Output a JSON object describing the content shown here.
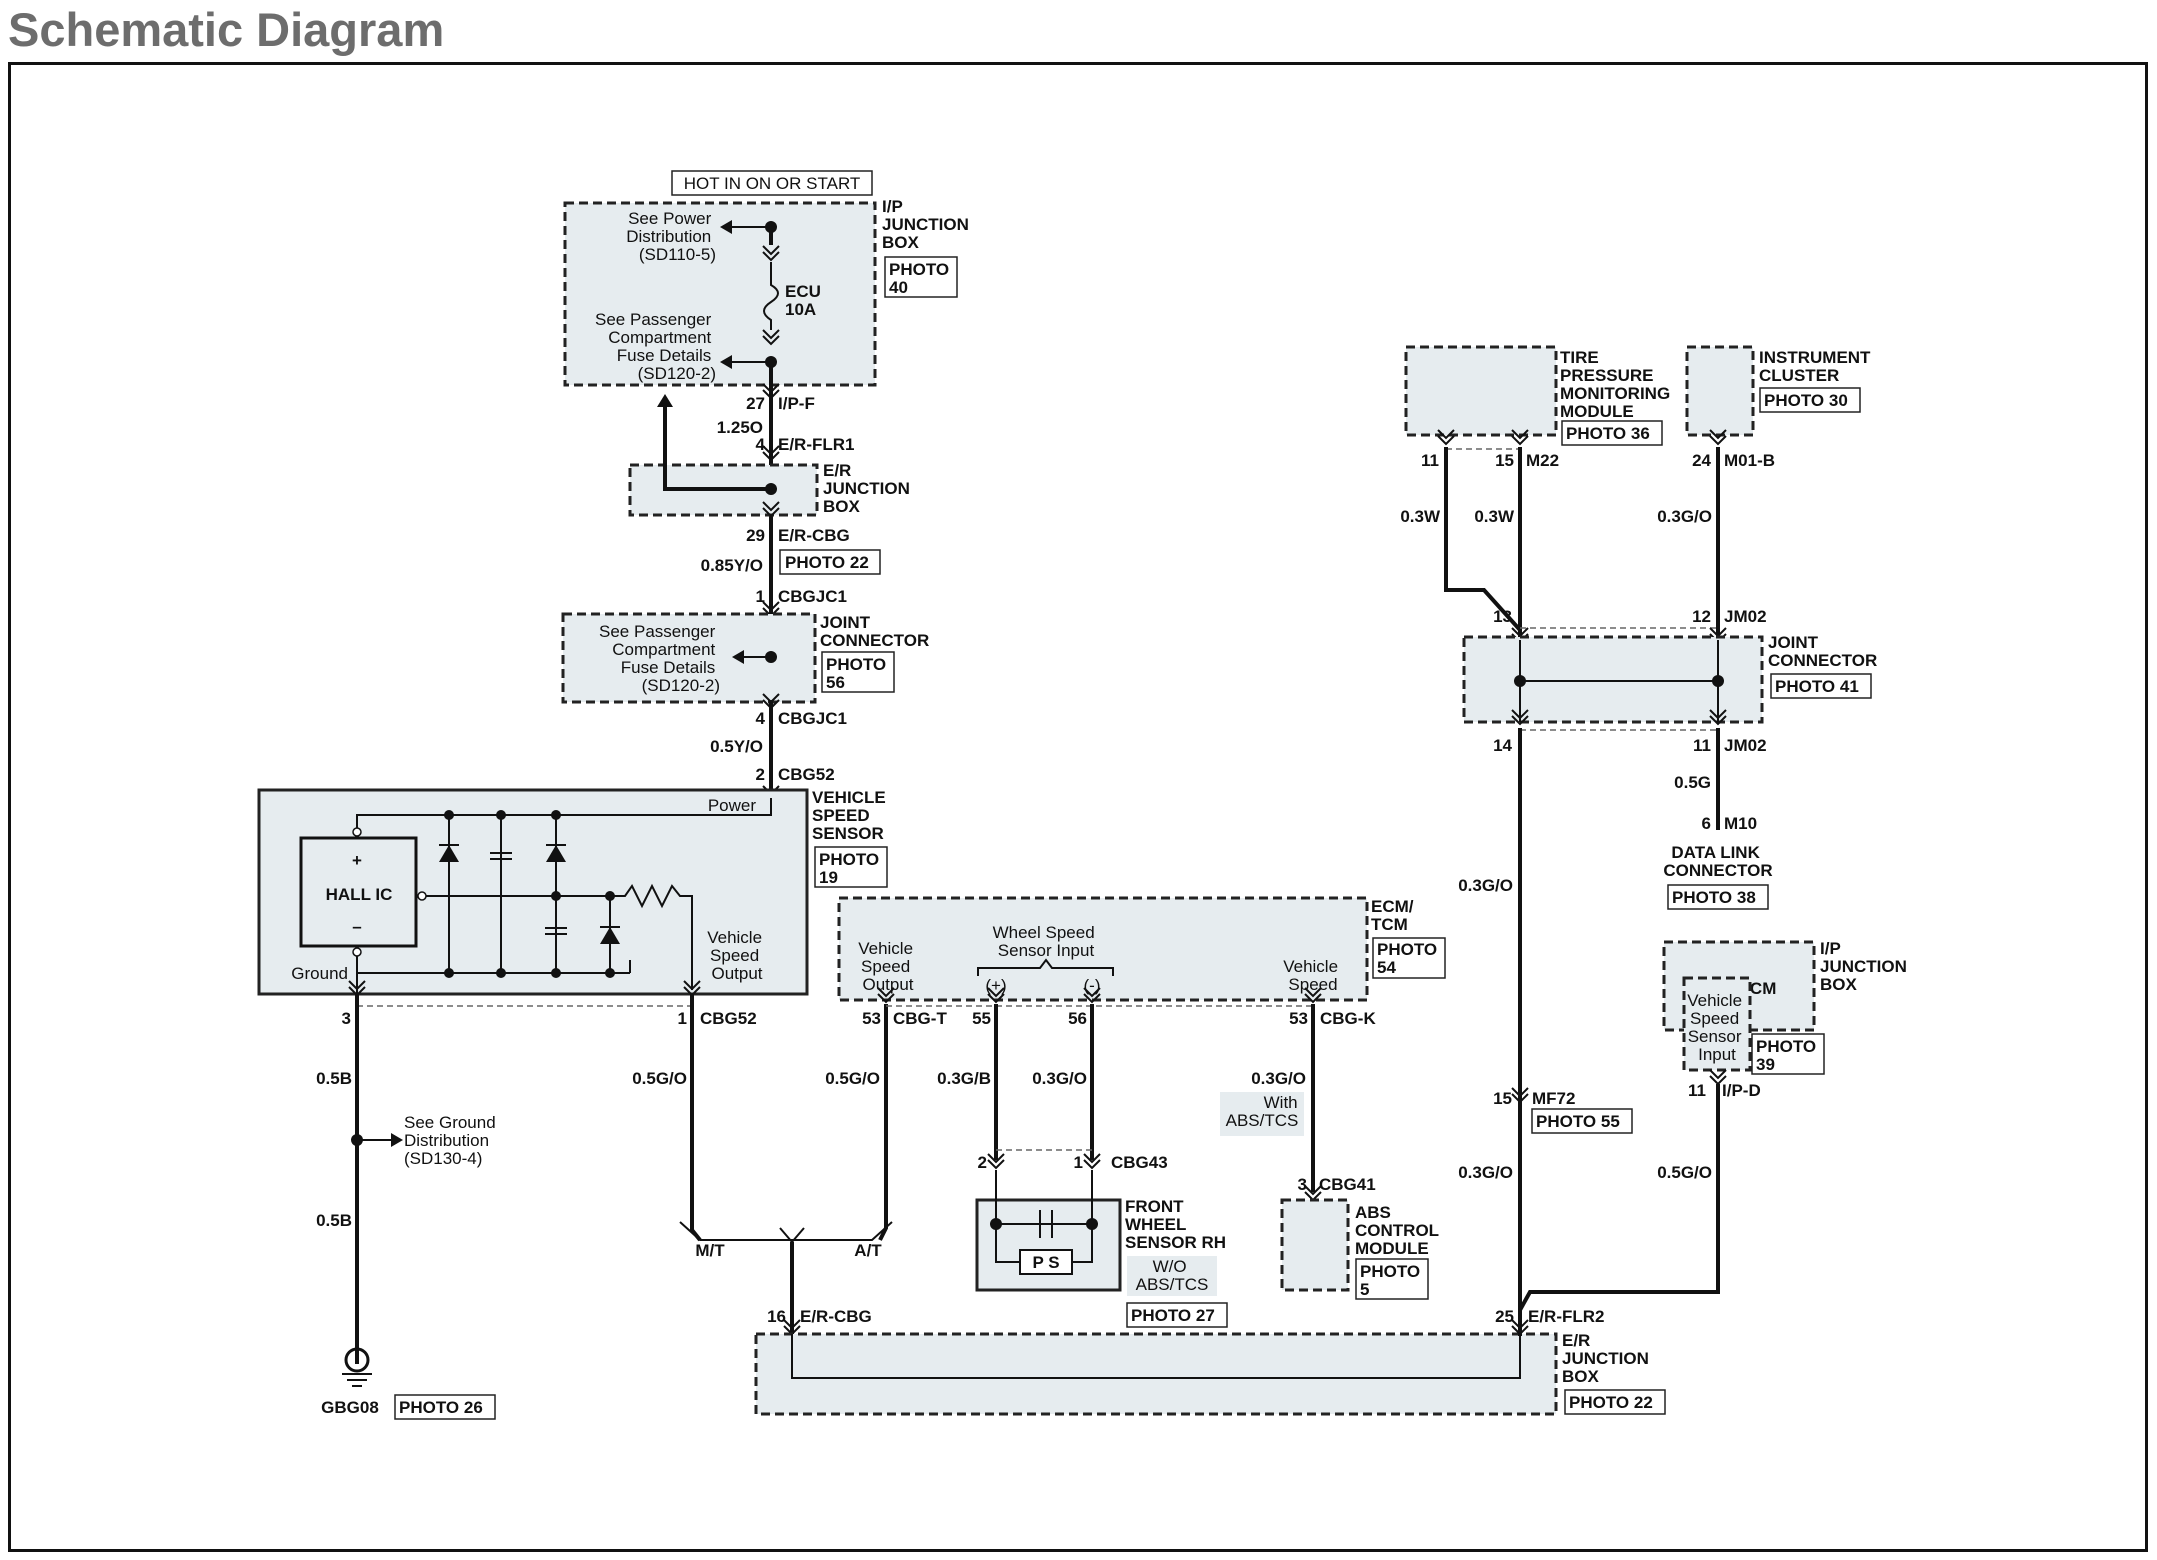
{
  "title": "Schematic Diagram",
  "hot_label": "HOT IN ON OR START",
  "ip_jb_top": {
    "name": [
      "I/P",
      "JUNCTION",
      "BOX"
    ],
    "photo": [
      "PHOTO",
      "40"
    ],
    "power_dist": [
      "See Power",
      "Distribution",
      "(SD110-5)"
    ],
    "fuse_details": [
      "See Passenger",
      "Compartment",
      "Fuse Details",
      "(SD120-2)"
    ],
    "fuse": [
      "ECU",
      "10A"
    ]
  },
  "wires": {
    "w1": {
      "pin_top": "27",
      "conn_top": "I/P-F",
      "gauge": "1.25O",
      "pin_bot": "4",
      "conn_bot": "E/R-FLR1"
    },
    "w2": {
      "pin_top": "29",
      "conn_top": "E/R-CBG",
      "gauge": "0.85Y/O",
      "photo": "PHOTO 22",
      "pin_bot": "1",
      "conn_bot": "CBGJC1"
    },
    "w3": {
      "pin_top": "4",
      "conn_top": "CBGJC1",
      "gauge": "0.5Y/O",
      "pin_bot": "2",
      "conn_bot": "CBG52"
    }
  },
  "er_jb_mid": {
    "name": [
      "E/R",
      "JUNCTION",
      "BOX"
    ]
  },
  "joint_conn_left": {
    "name": [
      "JOINT",
      "CONNECTOR"
    ],
    "photo": [
      "PHOTO",
      "56"
    ],
    "details": [
      "See Passenger",
      "Compartment",
      "Fuse Details",
      "(SD120-2)"
    ]
  },
  "vss": {
    "name": [
      "VEHICLE",
      "SPEED",
      "SENSOR"
    ],
    "photo": [
      "PHOTO",
      "19"
    ],
    "hall": [
      "+",
      "HALL IC",
      "–"
    ],
    "power": "Power",
    "ground": "Ground",
    "output": [
      "Vehicle",
      "Speed",
      "Output"
    ],
    "pin_ground": "3",
    "pin_output": "1",
    "conn": "CBG52"
  },
  "ground_wires": {
    "gauge1": "0.5B",
    "gauge2": "0.5B",
    "see_ground": [
      "See Ground",
      "Distribution",
      "(SD130-4)"
    ],
    "ground_name": "GBG08",
    "ground_photo": "PHOTO 26"
  },
  "mt_at": {
    "g_mt": "0.5G/O",
    "g_at": "0.5G/O",
    "mt": "M/T",
    "at": "A/T"
  },
  "ecm": {
    "name": [
      "ECM/",
      "TCM"
    ],
    "photo": [
      "PHOTO",
      "54"
    ],
    "vso": [
      "Vehicle",
      "Speed",
      "Output"
    ],
    "wssi": [
      "Wheel Speed",
      "Sensor Input"
    ],
    "plus": "(+)",
    "minus": "(-)",
    "vs": [
      "Vehicle",
      "Speed"
    ],
    "pin53t": "53",
    "conn_t": "CBG-T",
    "pin55": "55",
    "pin56": "56",
    "pin53k": "53",
    "conn_k": "CBG-K"
  },
  "wheel_sensor": {
    "g55": "0.3G/B",
    "g56": "0.3G/O",
    "pin2": "2",
    "pin1": "1",
    "conn": "CBG43",
    "name": [
      "FRONT",
      "WHEEL",
      "SENSOR RH"
    ],
    "ps": "P S",
    "wo": [
      "W/O",
      "ABS/TCS"
    ],
    "photo": "PHOTO 27"
  },
  "abs": {
    "gauge": "0.3G/O",
    "with": [
      "With",
      "ABS/TCS"
    ],
    "pin": "3",
    "conn": "CBG41",
    "name": [
      "ABS",
      "CONTROL",
      "MODULE"
    ],
    "photo": [
      "PHOTO",
      "5"
    ]
  },
  "er_jb_bottom": {
    "pin16": "16",
    "conn16": "E/R-CBG",
    "pin25": "25",
    "conn25": "E/R-FLR2",
    "name": [
      "E/R",
      "JUNCTION",
      "BOX"
    ],
    "photo": "PHOTO 22"
  },
  "tpms": {
    "name": [
      "TIRE",
      "PRESSURE",
      "MONITORING",
      "MODULE"
    ],
    "photo": "PHOTO 36",
    "pin11": "11",
    "pin15": "15",
    "conn": "M22",
    "g11": "0.3W",
    "g15": "0.3W"
  },
  "cluster": {
    "name": [
      "INSTRUMENT",
      "CLUSTER"
    ],
    "photo": "PHOTO 30",
    "pin": "24",
    "conn": "M01-B",
    "gauge": "0.3G/O"
  },
  "joint_conn_right": {
    "name": [
      "JOINT",
      "CONNECTOR"
    ],
    "photo": "PHOTO 41",
    "pin13": "13",
    "pin12": "12",
    "conn_top": "JM02",
    "pin14": "14",
    "pin11": "11",
    "conn_bot": "JM02"
  },
  "right_wires": {
    "g_left": "0.3G/O",
    "pin15": "15",
    "conn_mf": "MF72",
    "photo_mf": "PHOTO 55",
    "g_left2": "0.3G/O",
    "g_dlc": "0.5G",
    "pin6": "6",
    "conn_m10": "M10",
    "g_bcm": "0.5G/O"
  },
  "dlc": {
    "name": [
      "DATA LINK",
      "CONNECTOR"
    ],
    "photo": "PHOTO 38"
  },
  "bcm": {
    "name": "BCM",
    "jb": [
      "I/P",
      "JUNCTION",
      "BOX"
    ],
    "input": [
      "Vehicle",
      "Speed",
      "Sensor",
      "Input"
    ],
    "photo": [
      "PHOTO",
      "39"
    ],
    "pin": "11",
    "conn": "I/P-D"
  }
}
